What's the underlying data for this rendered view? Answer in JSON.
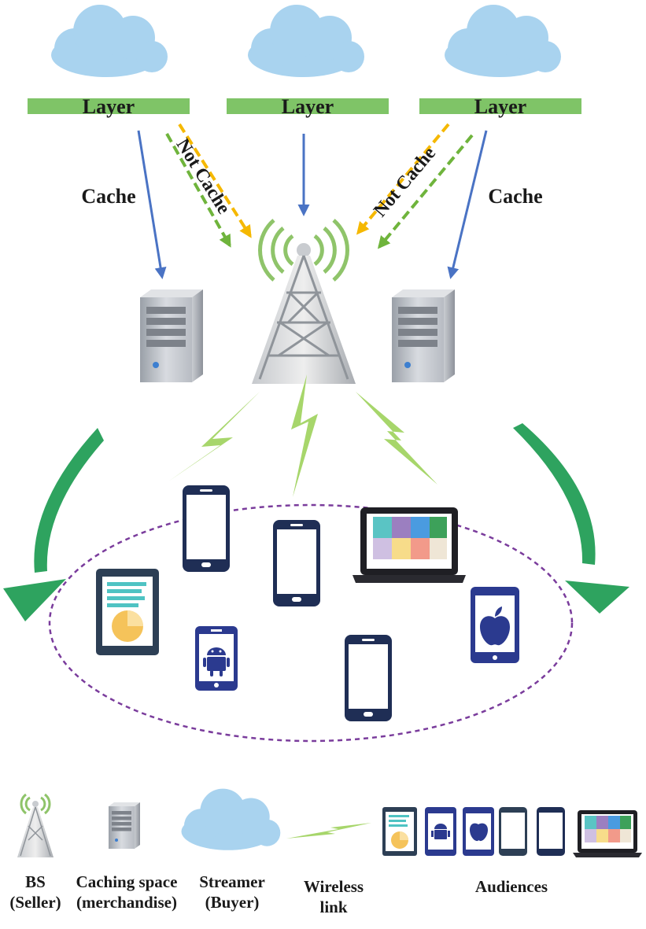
{
  "diagram": {
    "layers": [
      {
        "label": "Layer"
      },
      {
        "label": "Layer"
      },
      {
        "label": "Layer"
      }
    ],
    "edges": {
      "left_cache": "Cache",
      "right_cache": "Cache",
      "left_not_cache": "Not Cache",
      "right_not_cache": "Not Cache"
    },
    "colors": {
      "cloud": "#a9d3ef",
      "layer_bar": "#7fc467",
      "cache_arrow": "#4a73c4",
      "not_cache_yellow": "#f5b800",
      "not_cache_green": "#6fb43c",
      "curved_arrow": "#2ea35f",
      "signal_bolt": "#a7d66b",
      "ellipse_border": "#7a3c9c",
      "device_dark": "#1f2e55",
      "tablet_android_blue": "#2b3a8f"
    }
  },
  "legend": {
    "bs": {
      "line1": "BS",
      "line2": "(Seller)"
    },
    "caching": {
      "line1": "Caching space",
      "line2": "(merchandise)"
    },
    "streamer": {
      "line1": "Streamer",
      "line2": "(Buyer)"
    },
    "wireless": {
      "line1": "Wireless",
      "line2": "link"
    },
    "audiences": {
      "line1": "Audiences"
    }
  }
}
